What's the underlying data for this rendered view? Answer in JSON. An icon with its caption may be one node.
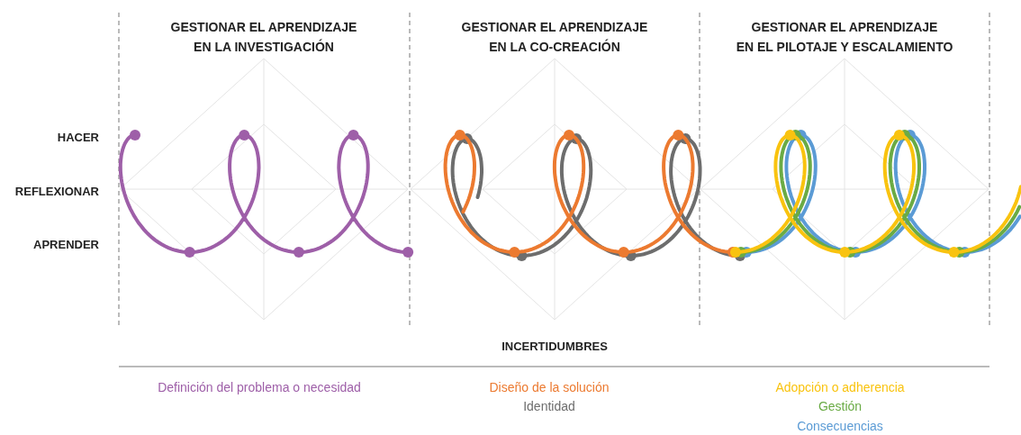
{
  "diagram": {
    "labels": [
      "GESTIONAR EL APRENDIZAJE EN LA INVESTIGACIÓN",
      "GESTIONAR EL APRENDIZAJE EN LA CO-CREACIÓN",
      "GESTIONAR EL APRENDIZAJE EN EL PILOTAJE Y ESCALAMIENTO",
      "HACER",
      "REFLEXIONAR",
      "APRENDER",
      "INCERTIDUMBRES"
    ],
    "legend": [
      {
        "text": "Definición del problema o necesidad",
        "color": "#9e5fa8"
      },
      {
        "text": "Diseño de la solución",
        "color": "#ec7a30"
      },
      {
        "text": "Identidad",
        "color": "#6d6d6d"
      },
      {
        "text": "Adopción o adherencia",
        "color": "#f9c30f"
      },
      {
        "text": "Gestión",
        "color": "#6aab45"
      },
      {
        "text": "Consecuencias",
        "color": "#5b9bd5"
      }
    ]
  }
}
